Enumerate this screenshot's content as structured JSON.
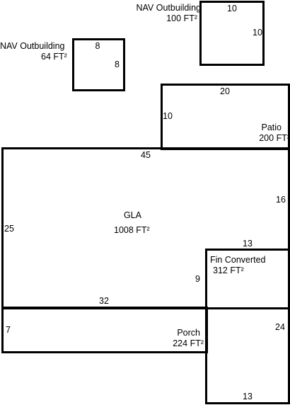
{
  "areas": {
    "nav_outbuilding_1": {
      "name": "NAV Outbuilding",
      "area": "100 FT²",
      "dims": {
        "top": "10",
        "right": "10"
      }
    },
    "nav_outbuilding_2": {
      "name": "NAV Outbuilding",
      "area": "64 FT²",
      "dims": {
        "top": "8",
        "right": "8"
      }
    },
    "patio": {
      "name": "Patio",
      "area": "200 FT²",
      "dims": {
        "top": "20",
        "left": "10"
      }
    },
    "gla": {
      "name": "GLA",
      "area": "1008 FT²",
      "dims": {
        "top": "45",
        "left": "25",
        "right": "16",
        "notch": "13",
        "inner": "9",
        "bottom": "32"
      }
    },
    "fin_converted": {
      "name": "Fin Converted",
      "area": "312 FT²",
      "dims": {
        "right": "24",
        "bottom": "13"
      }
    },
    "porch": {
      "name": "Porch",
      "area": "224 FT²",
      "dims": {
        "left": "7"
      }
    }
  },
  "style": {
    "line_color": "#000000",
    "background": "#ffffff"
  }
}
